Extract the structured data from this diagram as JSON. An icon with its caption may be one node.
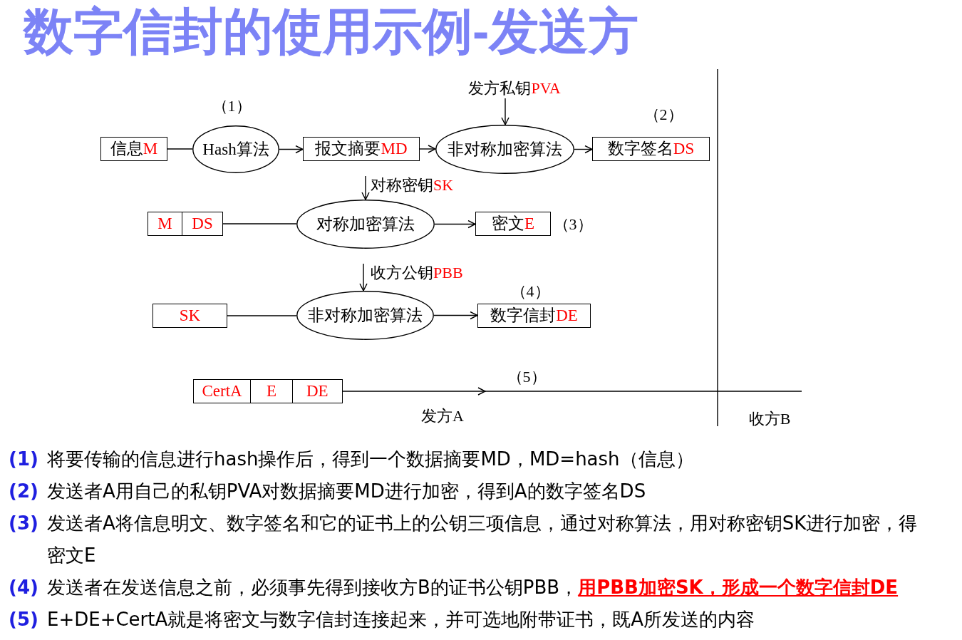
{
  "diagram": {
    "title": "数字信封的使用示例-发送方",
    "nodes": [
      {
        "text": [
          "发方私钥PVA"
        ]
      },
      {
        "text": [
          "信息M"
        ]
      },
      {
        "text": [
          "Hash算法"
        ],
        "beside": [
          "（1）"
        ]
      },
      {
        "text": [
          "报文摘要MD"
        ]
      },
      {
        "text": [
          "非对称加密算法"
        ]
      },
      {
        "text": [
          "数字签名DS"
        ],
        "beside": [
          "（2）"
        ]
      },
      {
        "text": [
          "对称密钥SK"
        ]
      },
      {
        "text": [
          "M",
          "DS"
        ]
      },
      {
        "text": [
          "对称加密算法"
        ]
      },
      {
        "text": [
          "密文E"
        ],
        "beside": [
          "（3）"
        ]
      },
      {
        "text": [
          "收方公钥PBB"
        ]
      },
      {
        "text": [
          "SK"
        ]
      },
      {
        "text": [
          "非对称加密算法"
        ]
      },
      {
        "text": [
          "数字信封DE"
        ],
        "beside": [
          "（4）"
        ]
      },
      {
        "text": [
          "CertA",
          "E",
          "DE"
        ]
      }
    ],
    "edges": [
      {
        "from": 1,
        "to": 2,
        "arrow": "none"
      },
      {
        "from": 2,
        "to": 3,
        "arrow": "to"
      },
      {
        "from": 3,
        "to": 4,
        "arrow": "to"
      },
      {
        "from": 0,
        "to": 4,
        "arrow": "to"
      },
      {
        "from": 4,
        "to": 5,
        "arrow": "to"
      },
      {
        "from": 6,
        "to": 8,
        "arrow": "to"
      },
      {
        "from": 7,
        "to": 8,
        "arrow": "none"
      },
      {
        "from": 8,
        "to": 9,
        "arrow": "to"
      },
      {
        "from": 10,
        "to": 12,
        "arrow": "to"
      },
      {
        "from": 11,
        "to": 12,
        "arrow": "none"
      },
      {
        "from": 12,
        "to": 13,
        "arrow": "to"
      },
      {
        "from": 14,
        "to": null,
        "arrow": "to",
        "label": "（5）"
      }
    ],
    "labels": [
      "发方A",
      "收方B",
      "(1)",
      "将要传输的信息进行hash操作后，得到一个数据摘要MD，MD=hash（信息）",
      "(2)",
      "发送者A用自己的私钥PVA对数据摘要MD进行加密，得到A的数字签名DS",
      "(3)",
      "发送者A将信息明文、数字签名和它的证书上的公钥三项信息，通过对称算法，用对称密钥SK进行加密，得密文E",
      "(4)",
      "发送者在发送信息之前，必须事先得到接收方B的证书公钥PBB，**用PBB加密SK，形成一个数字信封DE**",
      "(5)",
      "E+DE+CertA就是将密文与数字信封连接起来，并可选地附带证书，既A所发送的内容"
    ]
  }
}
